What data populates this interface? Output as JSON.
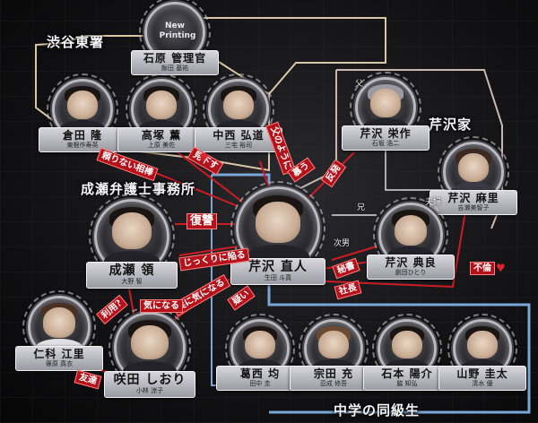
{
  "groups": {
    "police": "渋谷東署",
    "law_office": "成瀬弁護士事務所",
    "family": "芹沢家",
    "classmates": "中学の同級生"
  },
  "characters": [
    {
      "id": "ishihara",
      "name": "石原 管理官",
      "actor": "飯田 基祐",
      "placeholder": "New\nPrinting"
    },
    {
      "id": "kurata",
      "name": "倉田 隆",
      "actor": "東根作寿英"
    },
    {
      "id": "takatsuka",
      "name": "高塚 薫",
      "actor": "上原 美佐"
    },
    {
      "id": "nakanishi",
      "name": "中西 弘道",
      "actor": "三宅 裕司"
    },
    {
      "id": "serizawa_eisaku",
      "name": "芹沢 栄作",
      "actor": "石坂 浩二"
    },
    {
      "id": "serizawa_mari",
      "name": "芹沢 麻里",
      "actor": "吉瀬美智子"
    },
    {
      "id": "naruse",
      "name": "成瀬 領",
      "actor": "大野 智"
    },
    {
      "id": "serizawa_naoto",
      "name": "芹沢 直人",
      "actor": "生田 斗真"
    },
    {
      "id": "serizawa_norio",
      "name": "芹沢 典良",
      "actor": "劇団ひとり"
    },
    {
      "id": "nishina",
      "name": "仁科 江里",
      "actor": "篠原 真衣"
    },
    {
      "id": "sakita",
      "name": "咲田 しおり",
      "actor": "小林 涼子"
    },
    {
      "id": "kuzunishi",
      "name": "葛西 均",
      "actor": "田中 圭"
    },
    {
      "id": "muneta",
      "name": "宗田 充",
      "actor": "忍成 修吾"
    },
    {
      "id": "ishimoto",
      "name": "石本 陽介",
      "actor": "脇 知弘"
    },
    {
      "id": "yamano",
      "name": "山野 圭太",
      "actor": "清水 優"
    }
  ],
  "relations_red": [
    {
      "id": "r1",
      "text": "頼りない相棒"
    },
    {
      "id": "r2",
      "text": "見下す"
    },
    {
      "id": "r3",
      "text": "父のように"
    },
    {
      "id": "r4",
      "text": "慕う"
    },
    {
      "id": "r5",
      "text": "反発"
    },
    {
      "id": "r6",
      "text": "復讐"
    },
    {
      "id": "r7",
      "text": "じっくりに陥る"
    },
    {
      "id": "r8",
      "text": "実に気になる"
    },
    {
      "id": "r9",
      "text": "疑い"
    },
    {
      "id": "r10",
      "text": "秘書"
    },
    {
      "id": "r11",
      "text": "社長"
    },
    {
      "id": "r12",
      "text": "不倫"
    },
    {
      "id": "r13",
      "text": "利用?"
    },
    {
      "id": "r14",
      "text": "気になる"
    },
    {
      "id": "r15",
      "text": "友達"
    }
  ],
  "relations_white": [
    {
      "id": "w1",
      "text": "父"
    },
    {
      "id": "w2",
      "text": "兄"
    },
    {
      "id": "w3",
      "text": "次男"
    },
    {
      "id": "w4",
      "text": "夫婦"
    }
  ],
  "colors": {
    "relation_red": "#b3121a",
    "police_line": "#d7c9a8",
    "family_line": "#c9b8b0",
    "classmate_line": "#7aa6d8"
  }
}
